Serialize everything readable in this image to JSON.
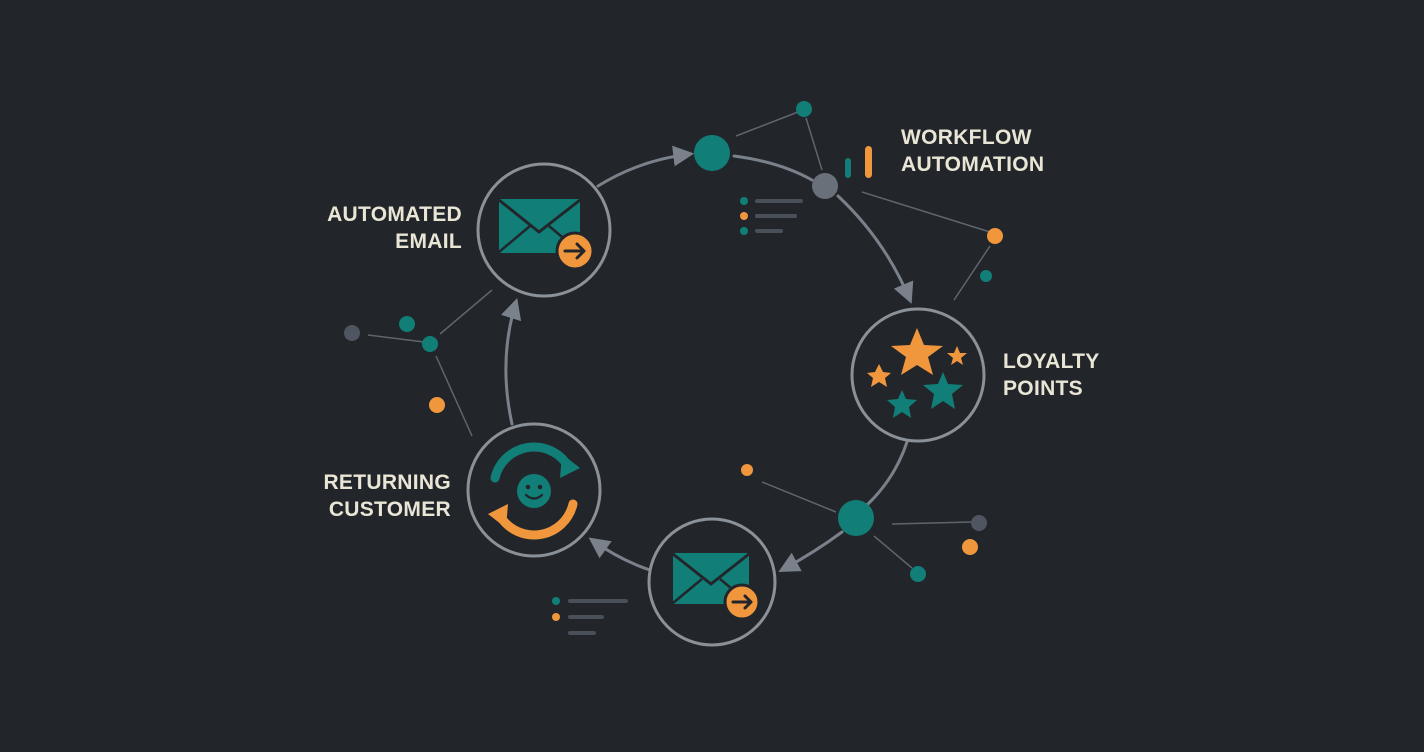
{
  "diagram": {
    "colors": {
      "background": "#22262b",
      "line": "#7a818b",
      "node_ring": "#8b9199",
      "teal": "#117f78",
      "orange": "#f0973e",
      "grey_dot": "#6a707a",
      "text": "#eae6d6"
    },
    "nodes": {
      "automated_email": {
        "line1": "AUTOMATED",
        "line2": "EMAIL",
        "icon": "envelope-arrow-icon"
      },
      "workflow_automation": {
        "line1": "WORKFLOW",
        "line2": "AUTOMATION",
        "icon": "bar-indicator-icon"
      },
      "loyalty_points": {
        "line1": "LOYALTY",
        "line2": "POINTS",
        "icon": "stars-icon"
      },
      "follow_up_email": {
        "icon": "envelope-arrow-icon"
      },
      "returning_customer": {
        "line1": "RETURNING",
        "line2": "CUSTOMER",
        "icon": "smiley-cycle-icon"
      }
    }
  }
}
